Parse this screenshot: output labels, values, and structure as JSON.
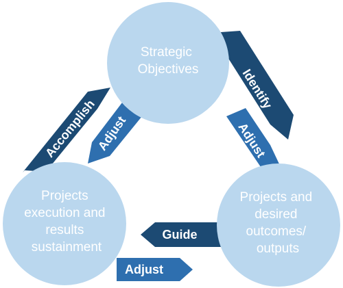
{
  "colors": {
    "circle": "#bad7ee",
    "arrow_dark": "#1c4a73",
    "arrow_mid": "#2e6faf",
    "label": "#ffffff"
  },
  "nodes": {
    "top": {
      "lines": [
        "Strategic",
        "Objectives"
      ]
    },
    "bottom_left": {
      "lines": [
        "Projects",
        "execution and",
        "results",
        "sustainment"
      ]
    },
    "bottom_right": {
      "lines": [
        "Projects and",
        "desired",
        "outcomes/",
        "outputs"
      ]
    }
  },
  "arrows": {
    "accomplish": "Accomplish",
    "identify": "Identify",
    "adjust_left": "Adjust",
    "adjust_right": "Adjust",
    "guide": "Guide",
    "adjust_bottom": "Adjust"
  }
}
